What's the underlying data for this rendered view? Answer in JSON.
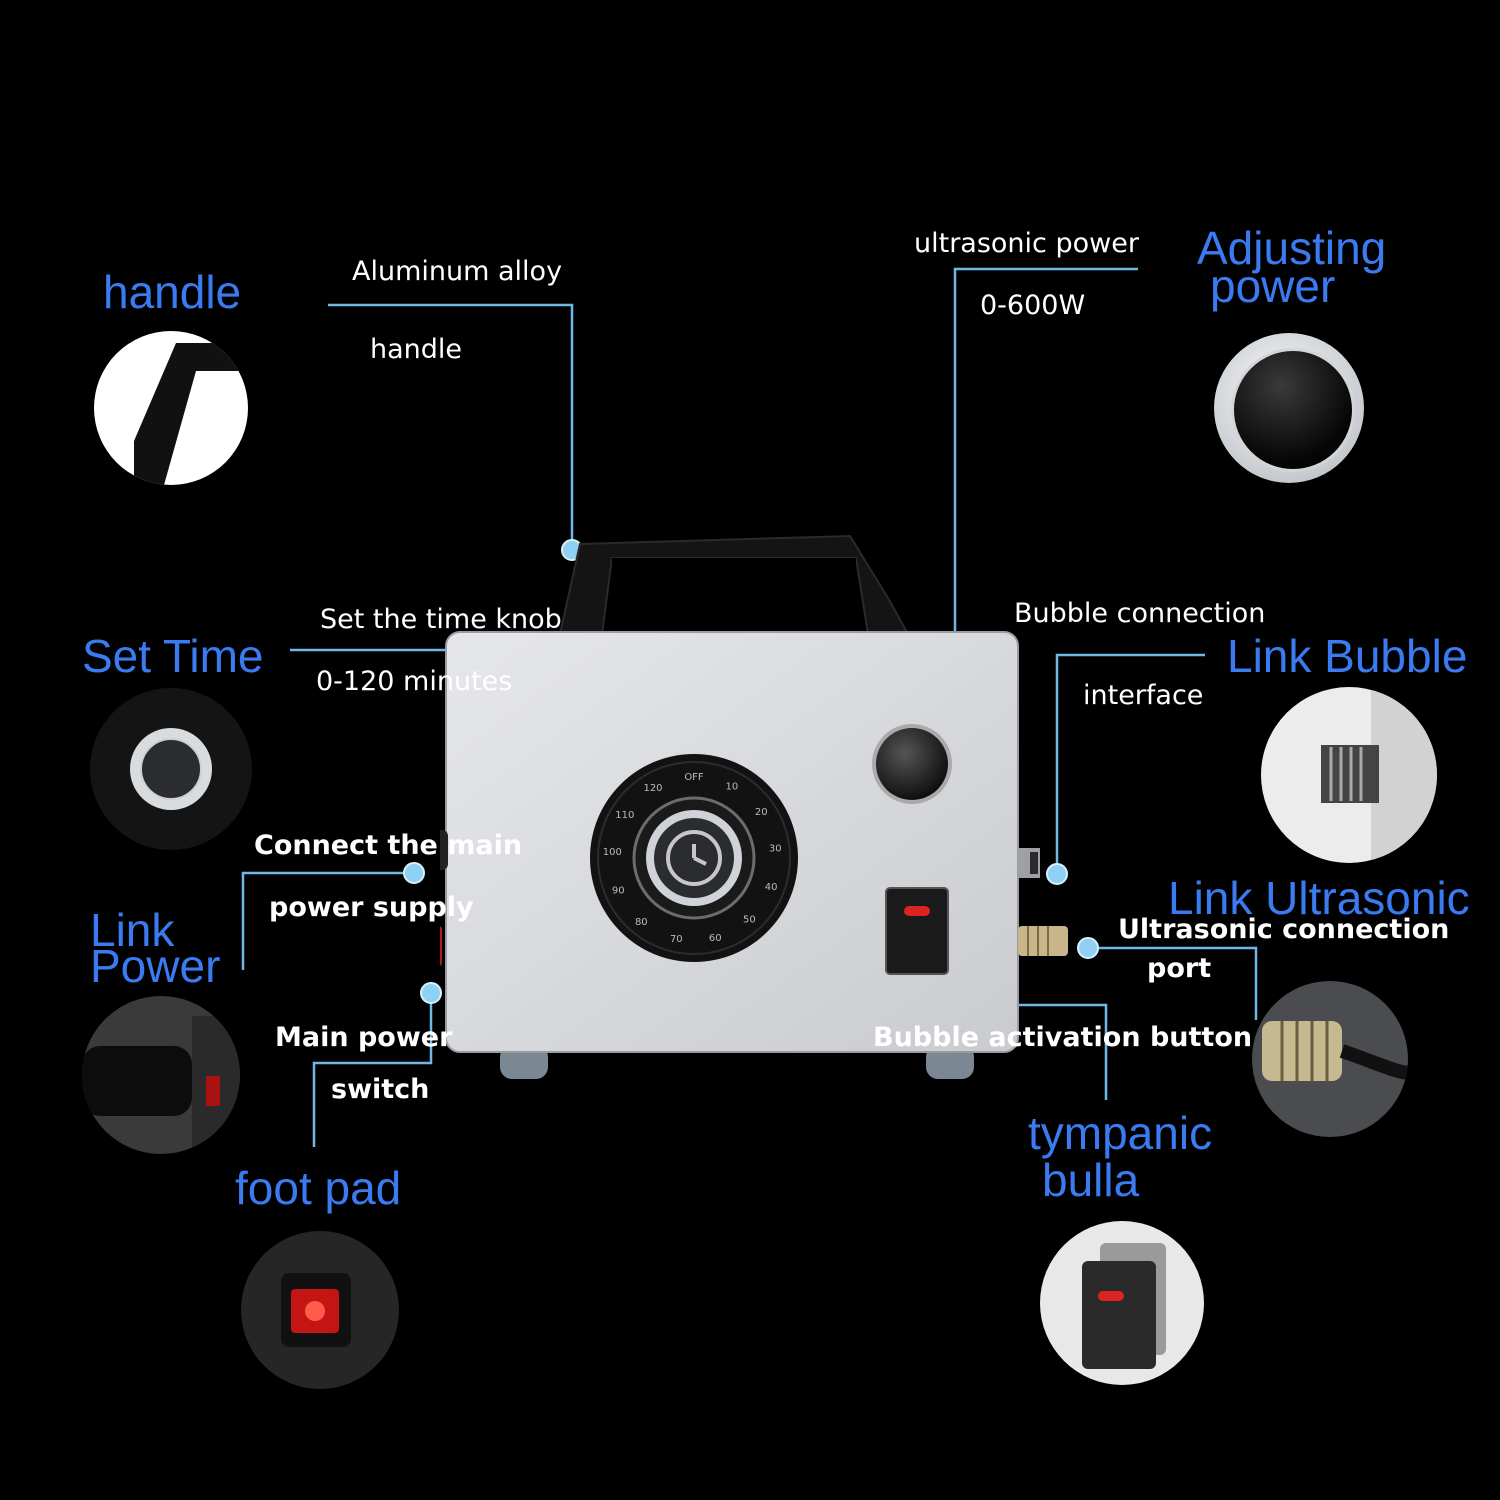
{
  "features": {
    "handle": {
      "title": "handle",
      "desc1": "Aluminum alloy",
      "desc2": "handle"
    },
    "adjusting_power": {
      "title1": "Adjusting",
      "title2": "power",
      "desc1": "ultrasonic power",
      "desc2": "0-600W"
    },
    "set_time": {
      "title": "Set Time",
      "desc1": "Set the time knob",
      "desc2": "0-120 minutes"
    },
    "link_bubble": {
      "title": "Link Bubble",
      "desc1": "Bubble connection",
      "desc2": "interface"
    },
    "link_power": {
      "title1": "Link",
      "title2": "Power",
      "desc1": "Connect the main",
      "desc2": "power supply"
    },
    "link_ultrasonic": {
      "title": "Link Ultrasonic",
      "desc1": "Ultrasonic connection",
      "desc2": "port"
    },
    "foot_pad": {
      "title": "foot pad",
      "desc1": "Main power",
      "desc2": "switch"
    },
    "tympanic_bulla": {
      "title1": "tympanic",
      "title2": "bulla",
      "desc": "Bubble activation button"
    }
  },
  "device": {
    "dial_labels": [
      "OFF",
      "10",
      "20",
      "30",
      "40",
      "50",
      "60",
      "70",
      "80",
      "90",
      "100",
      "110",
      "120"
    ]
  },
  "colors": {
    "title": "#3a7bf2",
    "leader": "#6fb8e6",
    "background": "#000000"
  }
}
